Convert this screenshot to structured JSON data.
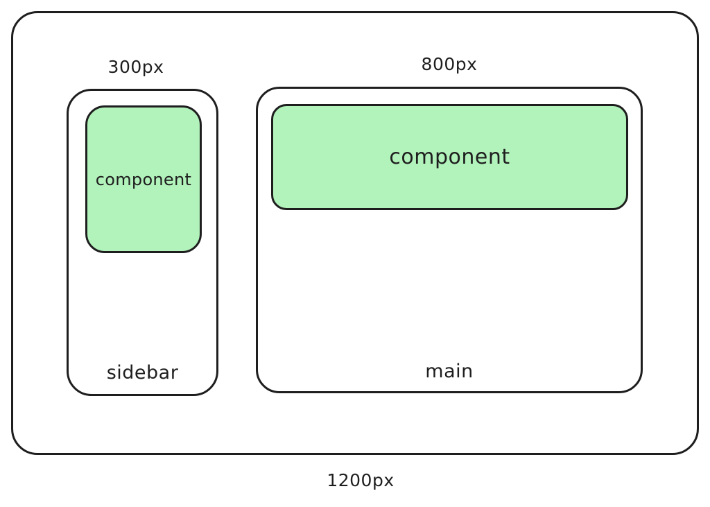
{
  "outer": {
    "width_label": "1200px"
  },
  "sidebar": {
    "name": "sidebar",
    "width_label": "300px",
    "component_label": "component"
  },
  "main": {
    "name": "main",
    "width_label": "800px",
    "component_label": "component"
  },
  "colors": {
    "component_fill": "#b2f2bb",
    "stroke": "#1e1e1e",
    "background": "#ffffff"
  }
}
